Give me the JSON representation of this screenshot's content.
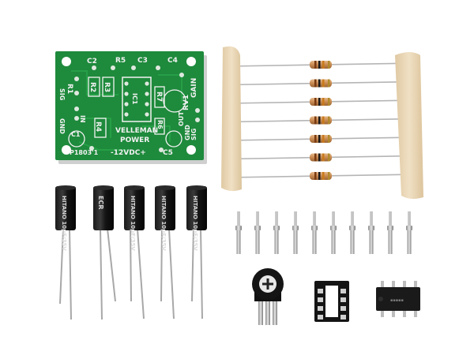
{
  "pcb": {
    "color": "#1e8a3c",
    "labels": {
      "c2": "C2",
      "r5": "R5",
      "c3": "C3",
      "c4": "C4",
      "r1": "R1",
      "r2": "R2",
      "r3": "R3",
      "ic1": "IC1",
      "r7": "R7",
      "rv1": "RV1",
      "gain": "GAIN",
      "sig_left": "SIG",
      "gnd_left": "GND",
      "in": "IN",
      "c1": "C1",
      "r4": "R4",
      "r6": "R6",
      "velleman": "VELLEMAN",
      "power": "POWER",
      "out": "OUT",
      "sig_right": "SIG",
      "gnd_right": "GND",
      "part_no": "P1803'1",
      "supply": "-12VDC+",
      "c5": "C5"
    }
  },
  "capacitors": {
    "count": 5,
    "labels": [
      "HITANO 10µF/35V",
      "ECR",
      "HITANO 10µF/35V",
      "HITANO 10µF/35V",
      "HITANO 10µF/35V"
    ]
  },
  "resistors": {
    "count": 7,
    "tape_color": "#e8d4b0"
  },
  "pins": {
    "count": 10
  },
  "potentiometer": {
    "count": 1
  },
  "ic_socket": {
    "pins": 8
  },
  "ic_chip": {
    "pins": 8
  }
}
